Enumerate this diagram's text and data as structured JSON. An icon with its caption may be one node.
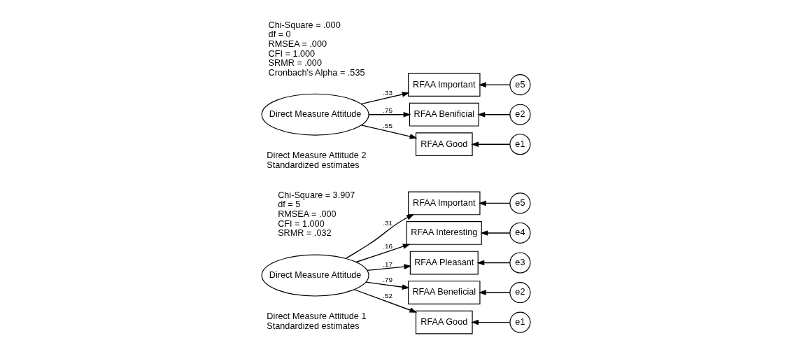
{
  "diagram": {
    "nodes": [
      {
        "text": [
          "Direct Measure Attitude"
        ]
      },
      {
        "text": [
          "RFAA Good"
        ]
      },
      {
        "text": [
          "RFAA Beneficial"
        ]
      },
      {
        "text": [
          "RFAA Pleasant"
        ]
      },
      {
        "text": [
          "RFAA Interesting"
        ]
      },
      {
        "text": [
          "RFAA Important"
        ]
      },
      {
        "text": [
          "e1"
        ]
      },
      {
        "text": [
          "e2"
        ]
      },
      {
        "text": [
          "e3"
        ]
      },
      {
        "text": [
          "e4"
        ]
      },
      {
        "text": [
          "e5"
        ]
      },
      {
        "text": [
          "Direct Measure Attitude"
        ]
      },
      {
        "text": [
          "RFAA Good"
        ]
      },
      {
        "text": [
          "RFAA Benificial"
        ]
      },
      {
        "text": [
          "RFAA Important"
        ]
      },
      {
        "text": [
          "e1"
        ]
      },
      {
        "text": [
          "e2"
        ]
      },
      {
        "text": [
          "e5"
        ]
      }
    ],
    "edges": [
      {
        "from": 0,
        "to": 1,
        "arrow": "to",
        "label": ".52"
      },
      {
        "from": 0,
        "to": 2,
        "arrow": "to",
        "label": ".79"
      },
      {
        "from": 0,
        "to": 3,
        "arrow": "to",
        "label": ".17"
      },
      {
        "from": 0,
        "to": 4,
        "arrow": "to",
        "label": ".16"
      },
      {
        "from": 0,
        "to": 5,
        "arrow": "to",
        "label": ".31"
      },
      {
        "from": 6,
        "to": 1,
        "arrow": "to"
      },
      {
        "from": 7,
        "to": 2,
        "arrow": "to"
      },
      {
        "from": 8,
        "to": 3,
        "arrow": "to"
      },
      {
        "from": 9,
        "to": 4,
        "arrow": "to"
      },
      {
        "from": 10,
        "to": 5,
        "arrow": "to"
      },
      {
        "from": 11,
        "to": 12,
        "arrow": "to",
        "label": ".55"
      },
      {
        "from": 11,
        "to": 13,
        "arrow": "to",
        "label": ".75"
      },
      {
        "from": 11,
        "to": 14,
        "arrow": "to",
        "label": ".33"
      },
      {
        "from": 15,
        "to": 12,
        "arrow": "to"
      },
      {
        "from": 16,
        "to": 13,
        "arrow": "to"
      },
      {
        "from": 17,
        "to": 14,
        "arrow": "to"
      }
    ],
    "labels": [
      "Direct Measure Attitude 1",
      "Standardized estimates",
      "Chi-Square = 3.907",
      "df = 5",
      "RMSEA = .000",
      "CFI = 1.000",
      "SRMR = .032",
      "Direct Measure Attitude 2",
      "Standardized estimates",
      "Chi-Square = .000",
      "df = 0",
      "RMSEA = .000",
      "CFI = 1.000",
      "SRMR = .000",
      "Cronbach's Alpha = .535"
    ]
  }
}
